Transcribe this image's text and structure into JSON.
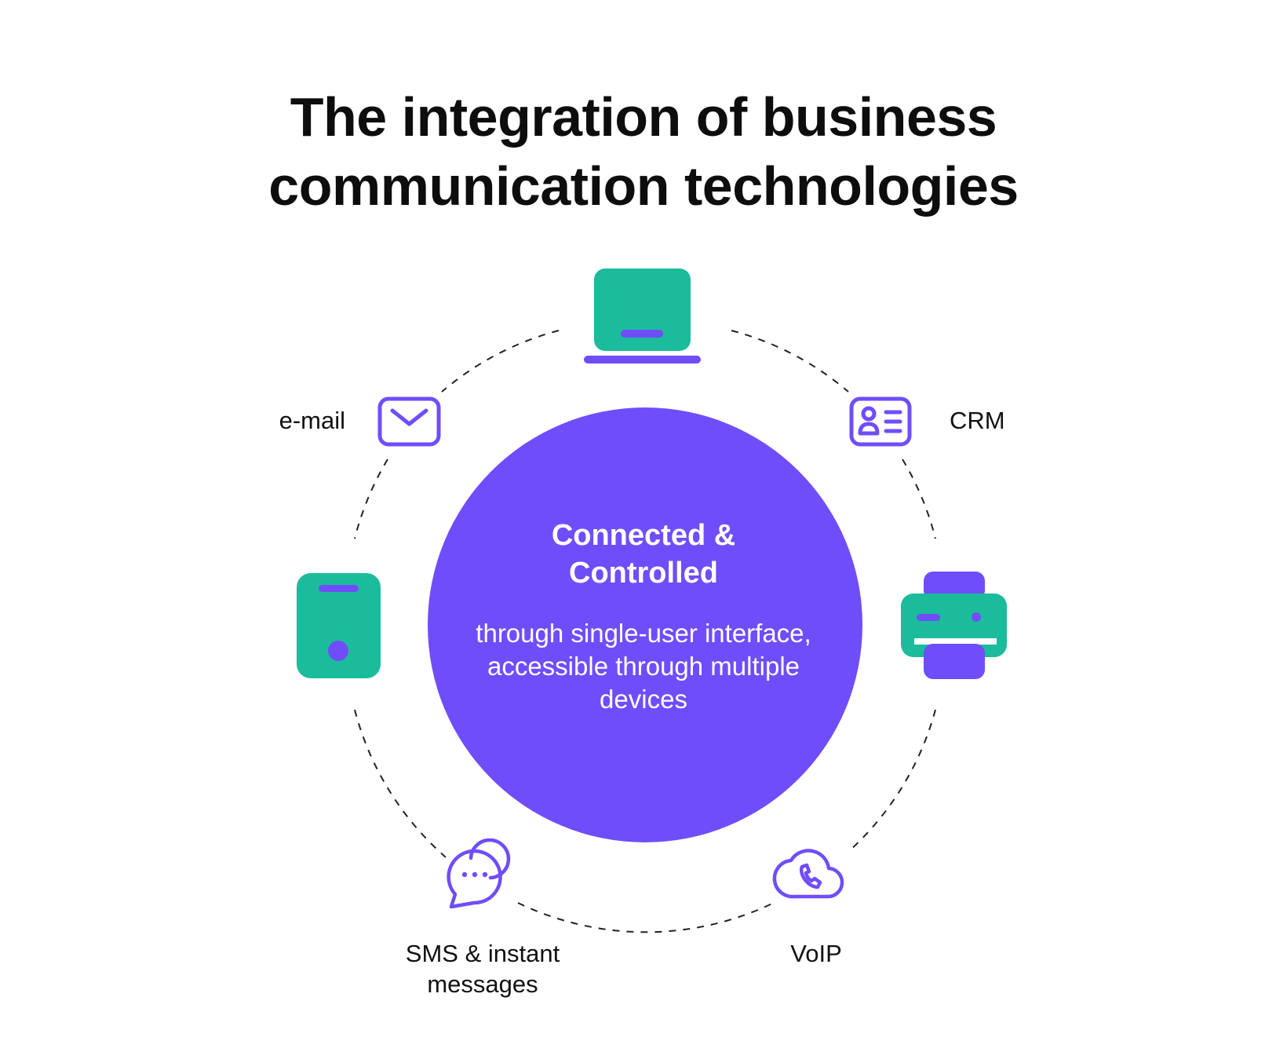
{
  "title": {
    "line1": "The integration of business",
    "line2": "communication technologies"
  },
  "center": {
    "heading_line1": "Connected &",
    "heading_line2": "Controlled",
    "body": "through single-user interface, accessible through multiple devices"
  },
  "nodes": {
    "email": "e-mail",
    "crm": "CRM",
    "sms_line1": "SMS & instant",
    "sms_line2": "messages",
    "voip": "VoIP"
  },
  "colors": {
    "purple": "#704dfb",
    "green": "#1bbc9b",
    "text": "#111111",
    "background": "#ffffff"
  },
  "icons": [
    "laptop-icon",
    "mail-icon",
    "contact-card-icon",
    "tablet-icon",
    "fax-printer-icon",
    "chat-bubbles-icon",
    "cloud-phone-icon"
  ]
}
